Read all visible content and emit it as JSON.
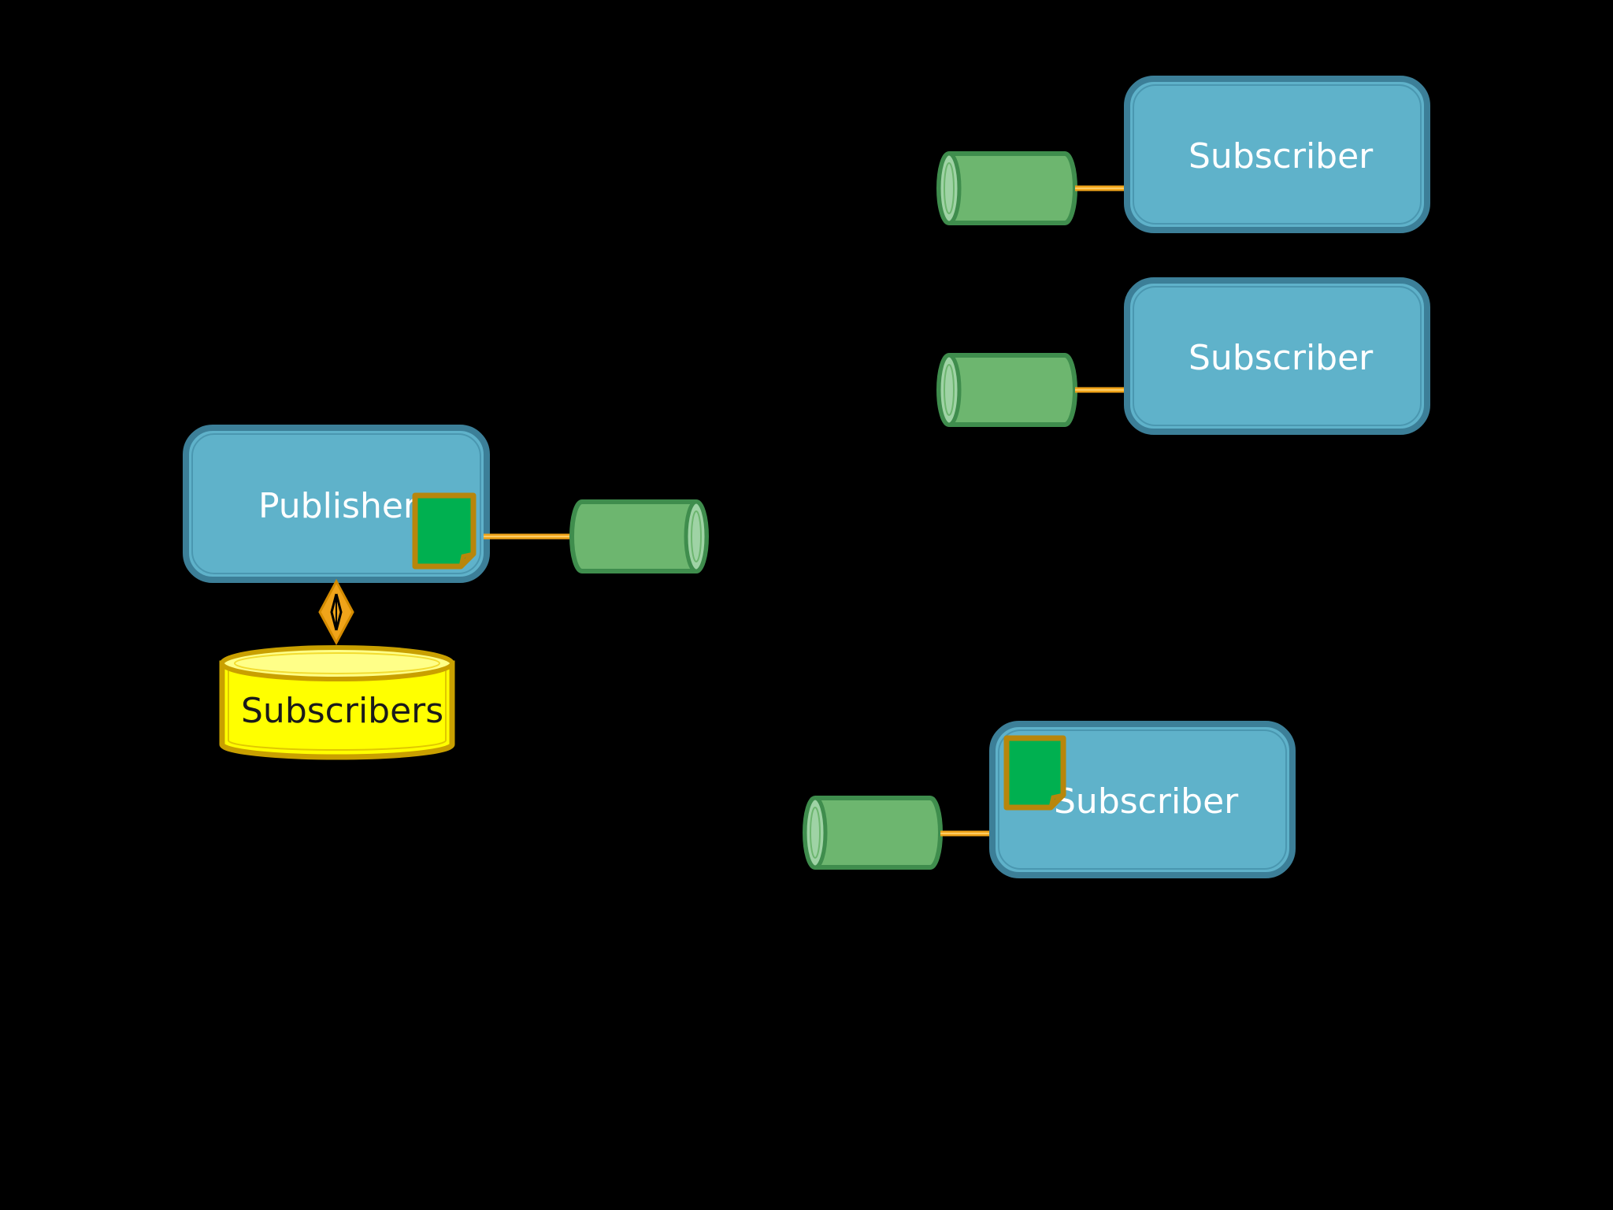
{
  "diagram": {
    "background": "#000000",
    "colors": {
      "node_fill": "#5fb2ca",
      "node_stroke": "#3c7f98",
      "queue_fill": "#6db66f",
      "queue_stroke": "#3f8d4d",
      "queue_cap": "#9fd3a5",
      "connector": "#f0a41a",
      "message_fill": "#00b050",
      "message_stroke": "#b8860b",
      "db_fill": "#ffff00",
      "db_top": "#ffff88",
      "db_stroke": "#c9a000",
      "aggregation": "#f0a41a"
    },
    "publisher": {
      "label": "Publisher"
    },
    "store": {
      "label": "Subscribers"
    },
    "subscribers": [
      {
        "label": "Subscriber"
      },
      {
        "label": "Subscriber"
      },
      {
        "label": "Subscriber"
      }
    ]
  }
}
